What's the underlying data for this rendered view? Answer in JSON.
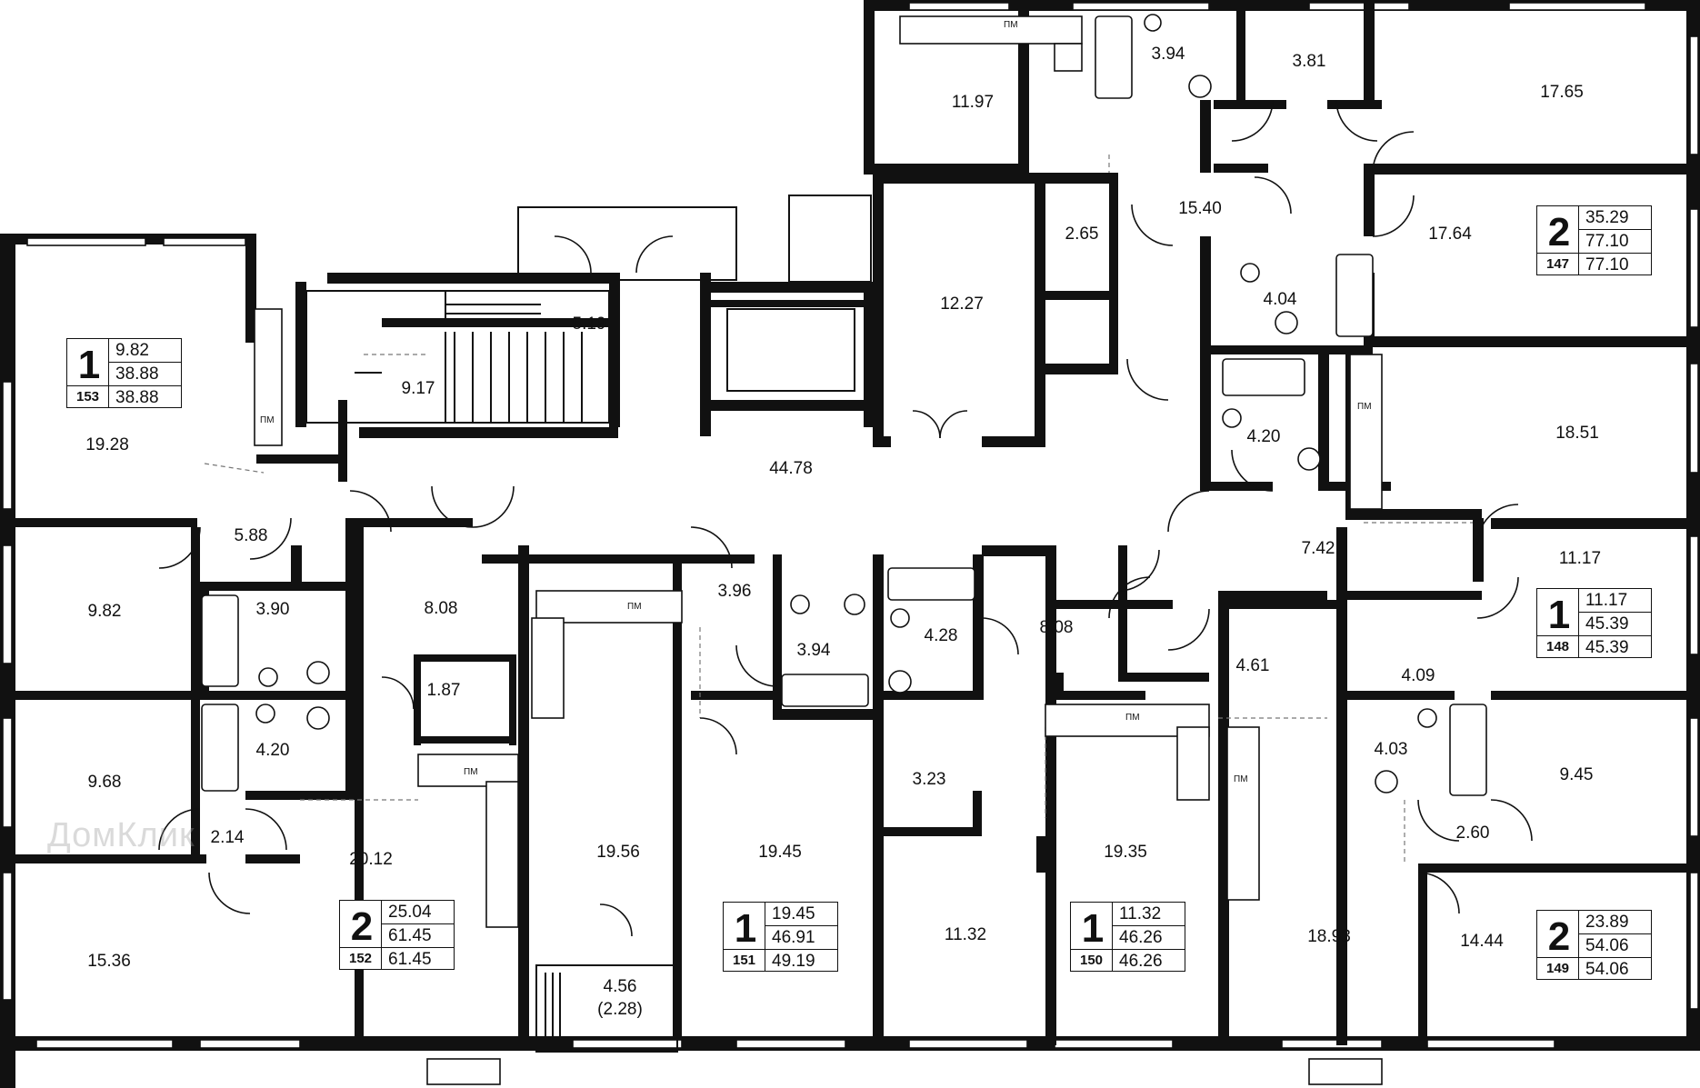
{
  "rooms": {
    "r_11_97": "11.97",
    "r_3_94_a": "3.94",
    "r_3_81": "3.81",
    "r_17_65": "17.65",
    "r_15_40": "15.40",
    "r_2_65": "2.65",
    "r_17_64": "17.64",
    "r_12_27": "12.27",
    "r_4_04": "4.04",
    "r_5_19": "5.19",
    "r_9_17": "9.17",
    "r_19_28": "19.28",
    "r_44_78": "44.78",
    "r_4_20_a": "4.20",
    "r_18_51": "18.51",
    "r_7_42": "7.42",
    "r_11_17": "11.17",
    "r_5_88": "5.88",
    "r_9_82": "9.82",
    "r_3_90": "3.90",
    "r_8_08_a": "8.08",
    "r_3_96": "3.96",
    "r_3_94_b": "3.94",
    "r_4_28": "4.28",
    "r_8_08_b": "8.08",
    "r_4_61": "4.61",
    "r_4_09": "4.09",
    "r_1_87": "1.87",
    "r_9_68": "9.68",
    "r_4_20_b": "4.20",
    "r_3_23": "3.23",
    "r_4_03": "4.03",
    "r_9_45": "9.45",
    "r_2_14": "2.14",
    "r_20_12": "20.12",
    "r_19_56": "19.56",
    "r_19_45": "19.45",
    "r_19_35": "19.35",
    "r_2_60": "2.60",
    "r_15_36": "15.36",
    "r_11_32": "11.32",
    "r_18_93": "18.93",
    "r_14_44": "14.44",
    "r_4_56": "4.56",
    "r_2_28": "(2.28)"
  },
  "appliance_label": "ПМ",
  "apartments": [
    {
      "rooms": "1",
      "number": "153",
      "living": "9.82",
      "total": "38.88",
      "total_with_balcony": "38.88"
    },
    {
      "rooms": "2",
      "number": "147",
      "living": "35.29",
      "total": "77.10",
      "total_with_balcony": "77.10"
    },
    {
      "rooms": "1",
      "number": "148",
      "living": "11.17",
      "total": "45.39",
      "total_with_balcony": "45.39"
    },
    {
      "rooms": "2",
      "number": "152",
      "living": "25.04",
      "total": "61.45",
      "total_with_balcony": "61.45"
    },
    {
      "rooms": "1",
      "number": "151",
      "living": "19.45",
      "total": "46.91",
      "total_with_balcony": "49.19"
    },
    {
      "rooms": "1",
      "number": "150",
      "living": "11.32",
      "total": "46.26",
      "total_with_balcony": "46.26"
    },
    {
      "rooms": "2",
      "number": "149",
      "living": "23.89",
      "total": "54.06",
      "total_with_balcony": "54.06"
    }
  ],
  "watermark": "ДомКлик"
}
